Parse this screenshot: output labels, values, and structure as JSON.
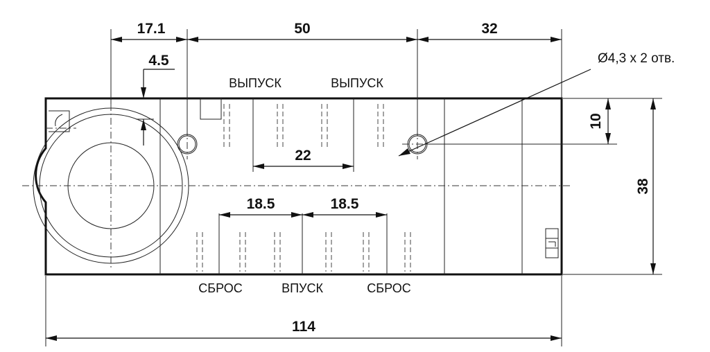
{
  "dimensions": {
    "d_17_1": "17.1",
    "d_50": "50",
    "d_32": "32",
    "d_4_5": "4.5",
    "d_10": "10",
    "d_38": "38",
    "d_22": "22",
    "d_18_5_left": "18.5",
    "d_18_5_right": "18.5",
    "d_114": "114"
  },
  "hole_note": "Ø4,3 x 2 отв.",
  "port_labels": {
    "outlet_left": "ВЫПУСК",
    "outlet_right": "ВЫПУСК",
    "exhaust_left": "СБРОС",
    "inlet": "ВПУСК",
    "exhaust_right": "СБРОС"
  }
}
